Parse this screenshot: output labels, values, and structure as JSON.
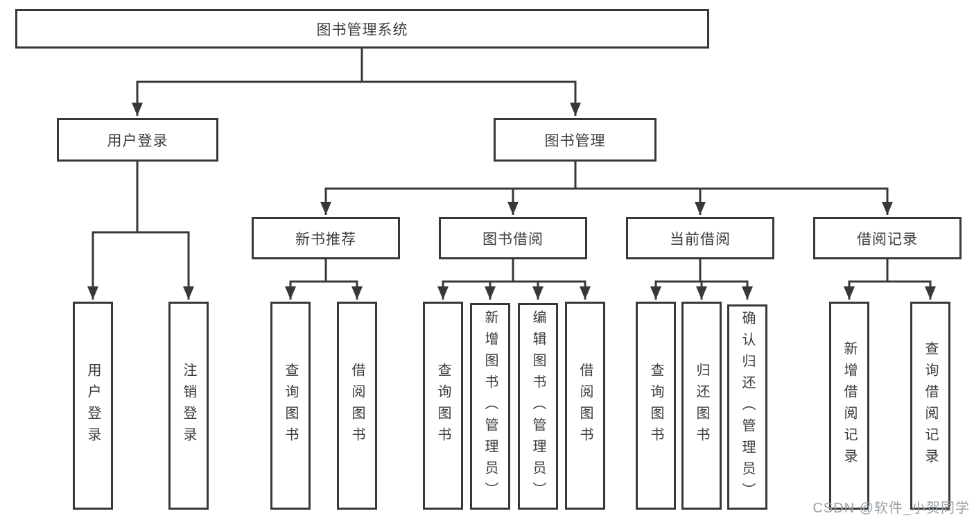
{
  "root": {
    "label": "图书管理系统"
  },
  "branches": [
    {
      "label": "用户登录",
      "children": [
        {
          "label": "用户登录"
        },
        {
          "label": "注销登录"
        }
      ]
    },
    {
      "label": "图书管理",
      "groups": [
        {
          "label": "新书推荐",
          "children": [
            {
              "label": "查询图书"
            },
            {
              "label": "借阅图书"
            }
          ]
        },
        {
          "label": "图书借阅",
          "children": [
            {
              "label": "查询图书"
            },
            {
              "label": "新增图书（管理员）"
            },
            {
              "label": "编辑图书（管理员）"
            },
            {
              "label": "借阅图书"
            }
          ]
        },
        {
          "label": "当前借阅",
          "children": [
            {
              "label": "查询图书"
            },
            {
              "label": "归还图书"
            },
            {
              "label": "确认归还（管理员）"
            }
          ]
        },
        {
          "label": "借阅记录",
          "children": [
            {
              "label": "新增借阅记录"
            },
            {
              "label": "查询借阅记录"
            }
          ]
        }
      ]
    }
  ],
  "watermark": "CSDN @软件_小贺同学",
  "colors": {
    "line": "#383838",
    "text": "#3c3c3c",
    "watermark": "#9aa0a6",
    "background": "#ffffff",
    "node_fill": "#ffffff"
  }
}
